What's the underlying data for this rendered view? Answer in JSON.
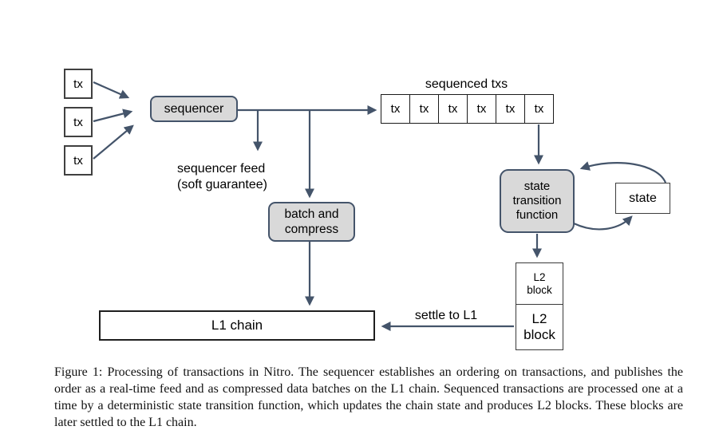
{
  "figure": {
    "tx_boxes": [
      "tx",
      "tx",
      "tx"
    ],
    "sequencer_label": "sequencer",
    "sequencer_feed_label": "sequencer feed\n(soft guarantee)",
    "batch_compress_label": "batch and\ncompress",
    "sequenced_txs_title": "sequenced txs",
    "sequenced_tx_cells": [
      "tx",
      "tx",
      "tx",
      "tx",
      "tx",
      "tx"
    ],
    "state_transition_label": "state\ntransition\nfunction",
    "state_label": "state",
    "l2_block_top_label": "L2\nblock",
    "l2_block_bottom_label": "L2\nblock",
    "l1_chain_label": "L1 chain",
    "settle_to_l1_label": "settle to L1",
    "colors": {
      "arrow": "#44546a",
      "shaded_box_fill": "#d9d9d9",
      "shaded_box_border": "#44546a",
      "plain_box_border": "#404040"
    }
  },
  "caption": "Figure 1: Processing of transactions in Nitro. The sequencer establishes an ordering on transactions, and publishes the order as a real-time feed and as compressed data batches on the L1 chain. Sequenced transactions are processed one at a time by a deterministic state transition function, which updates the chain state and produces L2 blocks. These blocks are later settled to the L1 chain."
}
